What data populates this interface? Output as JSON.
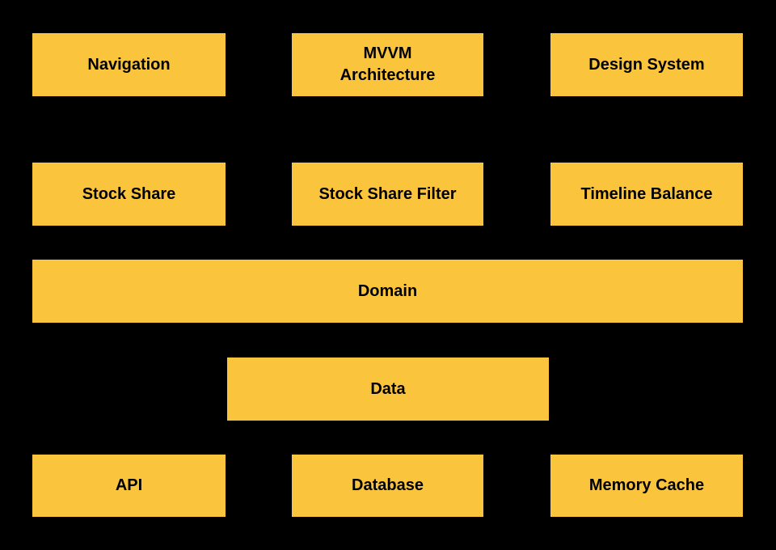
{
  "diagram": {
    "colors": {
      "background": "#000000",
      "box_fill": "#FBC43D",
      "box_text": "#000000"
    },
    "rows": [
      {
        "boxes": [
          {
            "id": "navigation",
            "label": "Navigation"
          },
          {
            "id": "mvvm-architecture",
            "label": "MVVM\nArchitecture"
          },
          {
            "id": "design-system",
            "label": "Design System"
          }
        ]
      },
      {
        "boxes": [
          {
            "id": "stock-share",
            "label": "Stock Share"
          },
          {
            "id": "stock-share-filter",
            "label": "Stock Share Filter"
          },
          {
            "id": "timeline-balance",
            "label": "Timeline Balance"
          }
        ]
      },
      {
        "boxes": [
          {
            "id": "domain",
            "label": "Domain"
          }
        ]
      },
      {
        "boxes": [
          {
            "id": "data",
            "label": "Data"
          }
        ]
      },
      {
        "boxes": [
          {
            "id": "api",
            "label": "API"
          },
          {
            "id": "database",
            "label": "Database"
          },
          {
            "id": "memory-cache",
            "label": "Memory Cache"
          }
        ]
      }
    ]
  }
}
